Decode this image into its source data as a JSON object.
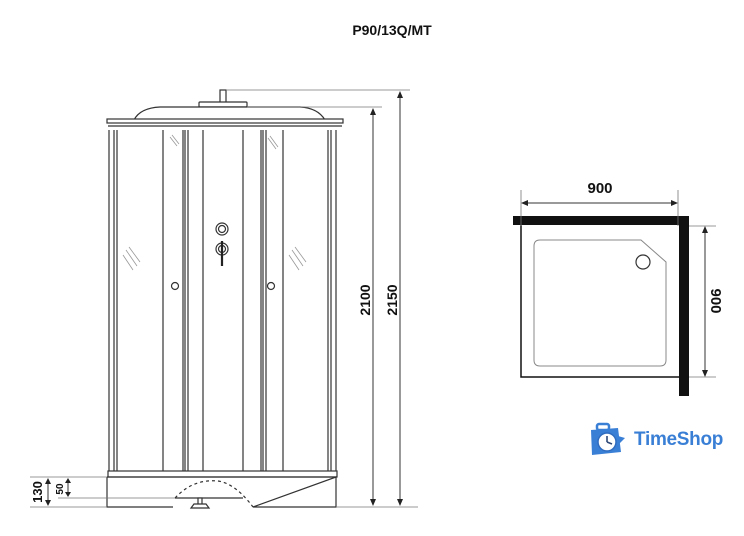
{
  "title": "P90/13Q/MT",
  "front_view": {
    "dimensions": {
      "height_cabin": "2100",
      "height_total": "2150",
      "tray_height": "130",
      "tray_step": "50"
    }
  },
  "top_view": {
    "width": "900",
    "depth": "900"
  },
  "logo": {
    "text": "TimeShop",
    "icon": "clock-bag-icon",
    "color": "#3a7fd6"
  }
}
